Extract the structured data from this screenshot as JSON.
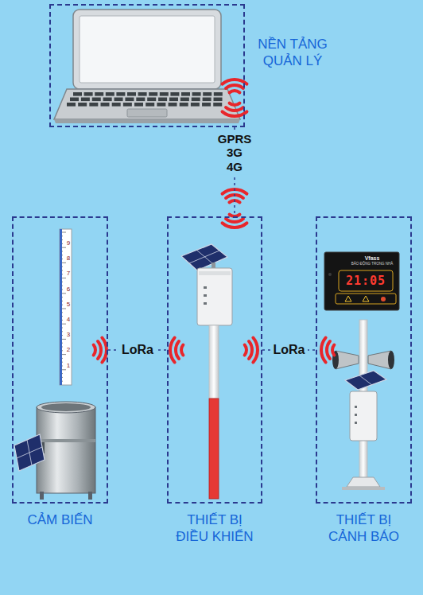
{
  "diagram": {
    "nodes": [
      {
        "text": [
          "NỀN TẢNG QUẢN LÝ"
        ]
      },
      {
        "text": [
          "CẢM BIẾN"
        ]
      },
      {
        "text": [
          "THIẾT BỊ ĐIỀU KHIỂN"
        ]
      },
      {
        "text": [
          "THIẾT BỊ CẢNH BÁO"
        ]
      }
    ],
    "edges": [
      {
        "from": 0,
        "to": 2,
        "label": "GPRS 3G 4G",
        "arrow": "none"
      },
      {
        "from": 1,
        "to": 2,
        "label": "LoRa",
        "arrow": "none"
      },
      {
        "from": 2,
        "to": 3,
        "label": "LoRa",
        "arrow": "none"
      }
    ],
    "labels": [
      "9",
      "8",
      "7",
      "6",
      "5",
      "4",
      "3",
      "2",
      "1",
      "21:05",
      "Vfass",
      "BÁO ĐỘNG TRONG NHÀ"
    ]
  }
}
